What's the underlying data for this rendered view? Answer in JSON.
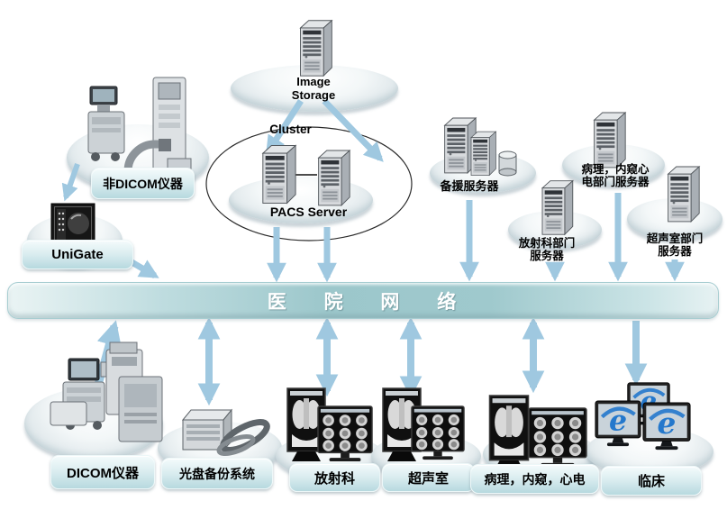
{
  "nodes": {
    "image_storage": {
      "line1": "Image",
      "line2": "Storage"
    },
    "cluster": {
      "label": "Cluster"
    },
    "pacs_server": {
      "label": "PACS Server"
    },
    "non_dicom": {
      "label": "非DICOM仪器"
    },
    "unigate": {
      "label": "UniGate"
    },
    "network": {
      "label": "医 院 网 络"
    },
    "backup_server": {
      "label": "备援服务器"
    },
    "pathology_server": {
      "line1": "病理，内窥心",
      "line2": "电部门服务器"
    },
    "radiology_server": {
      "line1": "放射科部门",
      "line2": "服务器"
    },
    "ultrasound_server": {
      "line1": "超声室部门",
      "line2": "服务器"
    },
    "dicom": {
      "label": "DICOM仪器"
    },
    "cd_backup": {
      "label": "光盘备份系统"
    },
    "radiology_station": {
      "label": "放射科"
    },
    "ultrasound_station": {
      "label": "超声室"
    },
    "pathology_station": {
      "label": "病理，内窥，心电"
    },
    "clinical_station": {
      "label": "临床"
    }
  },
  "icons": {
    "ie_glyph": "e"
  },
  "colors": {
    "arrow": "#9fc8e0",
    "band_teal": "#9cc7cb",
    "label_box_fill": "#cfe6ea",
    "network_text": "#ffffff",
    "ie_blue": "#2478cc"
  }
}
